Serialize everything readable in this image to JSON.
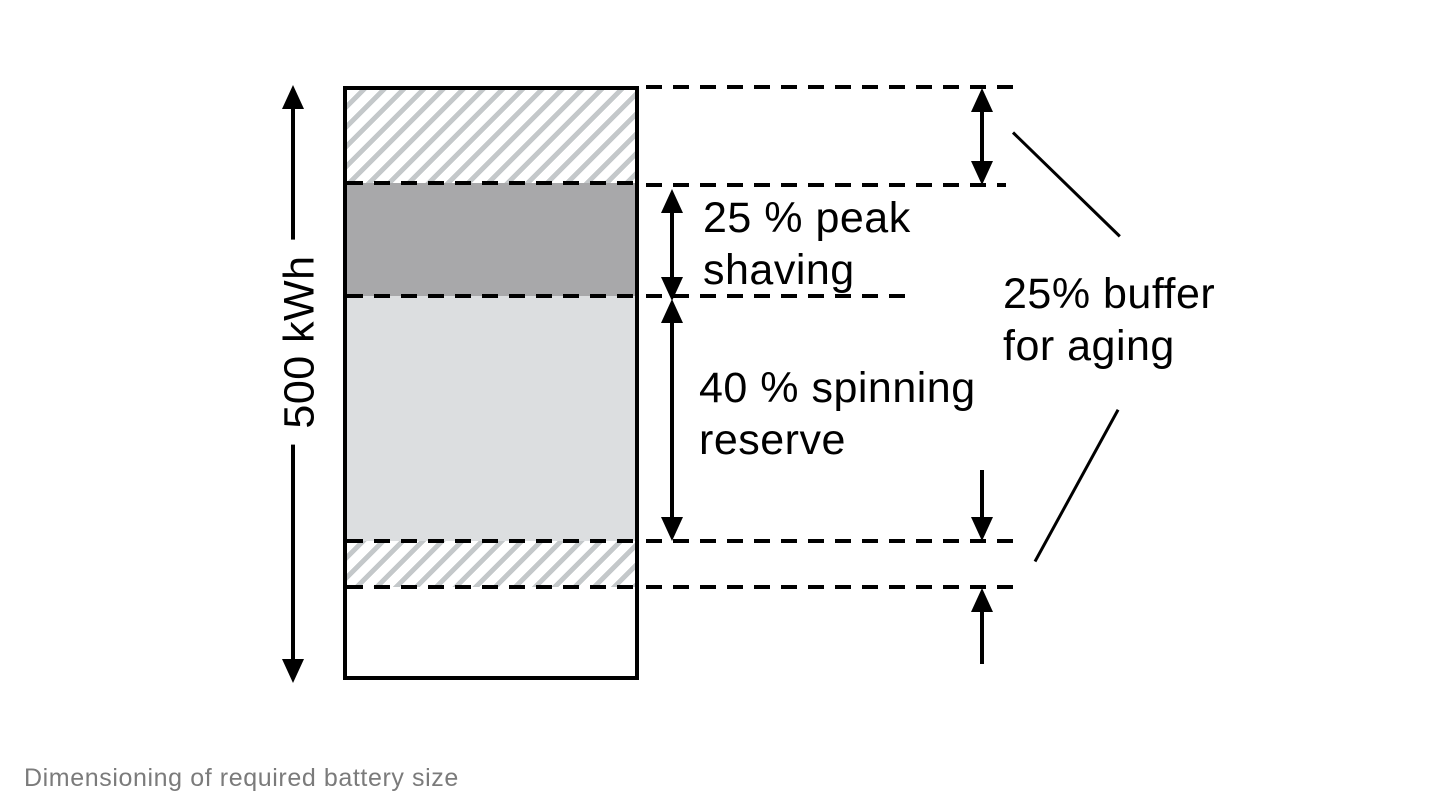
{
  "diagram": {
    "type": "stacked-bar-dimensioning-diagram",
    "axis_label": "500 kWh",
    "caption": "Dimensioning of required battery size",
    "segments": [
      {
        "id": "buffer-top",
        "fill": "hatched",
        "label": "25% buffer for aging (upper part)"
      },
      {
        "id": "peak-shaving",
        "fill": "dark-gray",
        "label": "25 % peak shaving"
      },
      {
        "id": "spinning-reserve",
        "fill": "light-gray",
        "label": "40 % spinning reserve"
      },
      {
        "id": "buffer-bottom",
        "fill": "hatched",
        "label": "25% buffer for aging (lower part)"
      },
      {
        "id": "remainder",
        "fill": "white",
        "label": ""
      }
    ]
  },
  "labels": {
    "total": "500 kWh",
    "peak": {
      "line1": "25 % peak",
      "line2": "shaving"
    },
    "spinning": {
      "line1": "40 % spinning",
      "line2": "reserve"
    },
    "buffer": {
      "line1": "25% buffer",
      "line2": "for aging"
    }
  },
  "caption": "Dimensioning of required battery size",
  "colors": {
    "ink": "#000000",
    "dark_gray": "#a8a8aa",
    "light_gray": "#dcdee0",
    "hatch": "#c4c8ca",
    "caption_gray": "#7b7b7b"
  }
}
